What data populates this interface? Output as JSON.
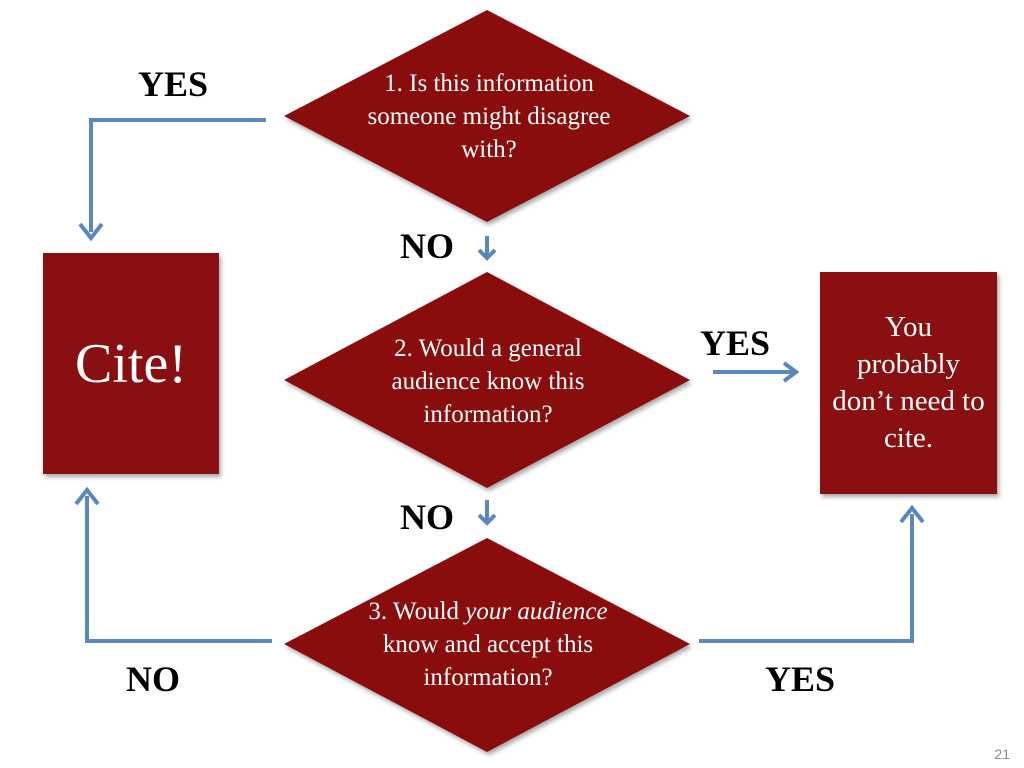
{
  "colors": {
    "node_fill": "#8a0f10",
    "arrow": "#5b87bf",
    "label_text": "#000000",
    "node_text": "#ffffff"
  },
  "nodes": {
    "q1": "1. Is this information someone might disagree with?",
    "q2": "2. Would a general audience know this information?",
    "q3_part1": "3. Would ",
    "q3_emph": "your audience",
    "q3_part2": " know and accept this information?",
    "cite": "Cite!",
    "no_cite": "You probably don’t need to cite."
  },
  "labels": {
    "q1_yes": "YES",
    "q1_no": "NO",
    "q2_yes": "YES",
    "q2_no": "NO",
    "q3_no": "NO",
    "q3_yes": "YES"
  },
  "page_number": "21"
}
